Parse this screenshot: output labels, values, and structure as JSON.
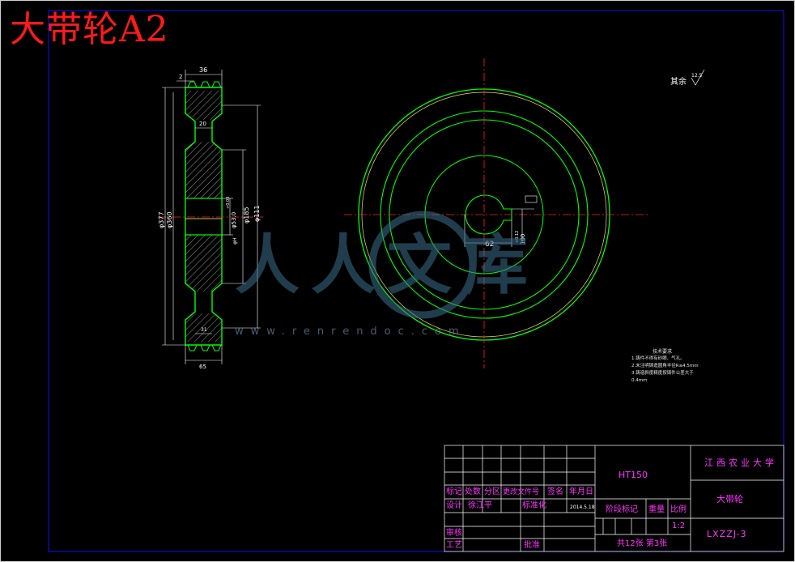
{
  "title": "大带轮A2",
  "drawing": {
    "side_view_dims": {
      "top_width": "36",
      "top_small": "2",
      "groove_depth": "20",
      "outer_dia": "φ377",
      "groove_dia": "φ360",
      "hub_dia": "φ53.0",
      "hub_tol": "+0.03",
      "web_dia": "φ185",
      "rim_inner_dia": "φ111",
      "bore_fit": "φH",
      "bottom_width": "65",
      "bottom_small": "31"
    },
    "front_view_dims": {
      "key_width": "62",
      "key_depth": "100",
      "key_tol": "+0.12"
    },
    "roughness_note": "其余",
    "roughness_value": "12.5"
  },
  "tech_notes": {
    "heading": "技术要求",
    "lines": [
      "1.铸件不得有砂眼、气孔。",
      "2.未注明铸造圆角半径R≤4.5mm",
      "3.铸造斜度精度按铸件公差大于",
      "0.4mm"
    ]
  },
  "watermark": {
    "text": "人人文库",
    "url": "www.renrendoc.com"
  },
  "title_block": {
    "material": "HT150",
    "school": "江西农业大学",
    "part_name": "大带轮",
    "drawing_no": "LXZZJ-3",
    "scale_label": "比例",
    "scale": "1:2",
    "stage_label": "阶段标记",
    "weight_label": "重量",
    "sheet_info": "共12张  第3张",
    "headers": [
      "标记",
      "处数",
      "分区",
      "更改文件号",
      "签名",
      "年月日"
    ],
    "design_label": "设计",
    "designer": "徐江平",
    "standard_label": "标准化",
    "date": "2014.5.18",
    "review_label": "审核",
    "process_label": "工艺",
    "approve_label": "批准"
  },
  "colors": {
    "outline": "#00ff00",
    "dimension": "#ffffff",
    "center": "#ff2020",
    "hatch": "#ffffff",
    "text_magenta": "#ff33ff",
    "border": "#1010ff",
    "title_red": "#ff1a1a"
  }
}
